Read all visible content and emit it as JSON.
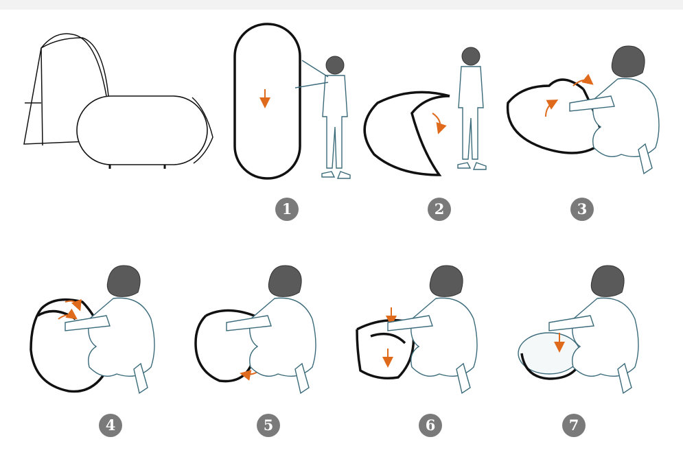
{
  "steps": [
    {
      "number": "1"
    },
    {
      "number": "2"
    },
    {
      "number": "3"
    },
    {
      "number": "4"
    },
    {
      "number": "5"
    },
    {
      "number": "6"
    },
    {
      "number": "7"
    }
  ],
  "colors": {
    "arrow": "#e06a1c",
    "frame": "#111111",
    "badge": "#7a7a7a",
    "figure_line": "#3a6a7a"
  }
}
